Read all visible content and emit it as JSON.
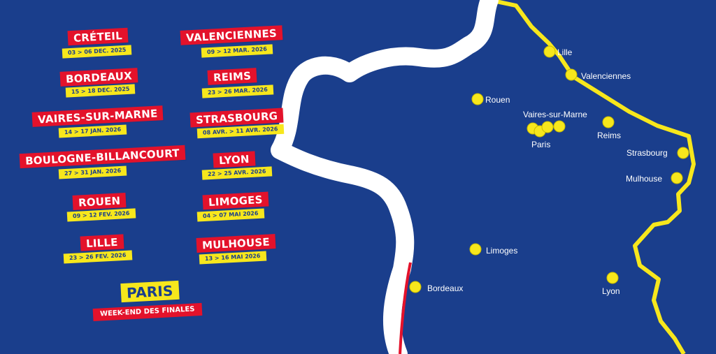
{
  "stops_col1": [
    {
      "name": "CRÉTEIL",
      "dates": "03 > 06 DEC. 2025"
    },
    {
      "name": "BORDEAUX",
      "dates": "15 > 18 DEC. 2025"
    },
    {
      "name": "VAIRES-SUR-MARNE",
      "dates": "14 > 17 JAN. 2026"
    },
    {
      "name": "BOULOGNE-BILLANCOURT",
      "dates": "27 > 31 JAN. 2026"
    },
    {
      "name": "ROUEN",
      "dates": "09 > 12 FEV. 2026"
    },
    {
      "name": "LILLE",
      "dates": "23 > 26 FEV. 2026"
    }
  ],
  "stops_col2": [
    {
      "name": "VALENCIENNES",
      "dates": "09 > 12 MAR. 2026"
    },
    {
      "name": "REIMS",
      "dates": "23 > 26 MAR. 2026"
    },
    {
      "name": "STRASBOURG",
      "dates": "08 AVR. > 11 AVR. 2026"
    },
    {
      "name": "LYON",
      "dates": "22 > 25 AVR. 2026"
    },
    {
      "name": "LIMOGES",
      "dates": "04 > 07 MAI 2026"
    },
    {
      "name": "MULHOUSE",
      "dates": "13 > 16 MAI 2026"
    }
  ],
  "final": {
    "name": "PARIS",
    "subtitle": "WEEK-END DES FINALES"
  },
  "map_cities": {
    "lille": "Lille",
    "valenciennes": "Valenciennes",
    "rouen": "Rouen",
    "vaires": "Vaires-sur-Marne",
    "paris": "Paris",
    "reims": "Reims",
    "strasbourg": "Strasbourg",
    "mulhouse": "Mulhouse",
    "limoges": "Limoges",
    "bordeaux": "Bordeaux",
    "lyon": "Lyon"
  },
  "colors": {
    "background": "#1a3e8c",
    "red": "#e3122b",
    "yellow": "#f7e71c",
    "white": "#ffffff"
  }
}
